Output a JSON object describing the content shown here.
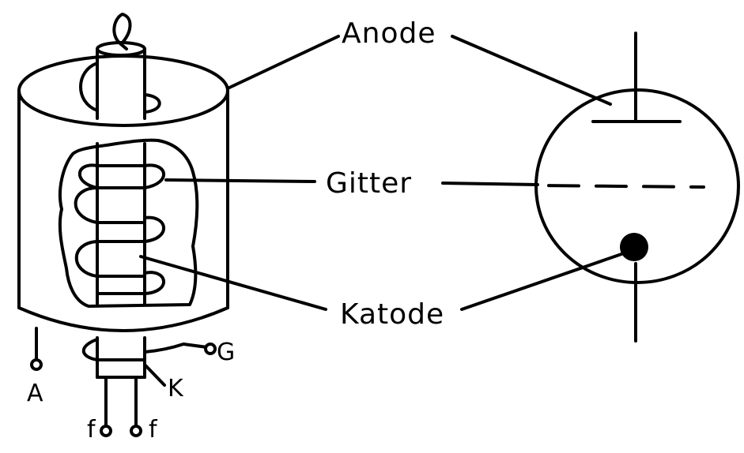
{
  "labels": {
    "anode": "Anode",
    "gitter": "Gitter",
    "katode": "Katode"
  },
  "terminals": {
    "anode": "A",
    "grid": "G",
    "cathode": "K",
    "filament_left": "f",
    "filament_right": "f"
  },
  "colors": {
    "ink": "#000000",
    "background": "#ffffff"
  }
}
